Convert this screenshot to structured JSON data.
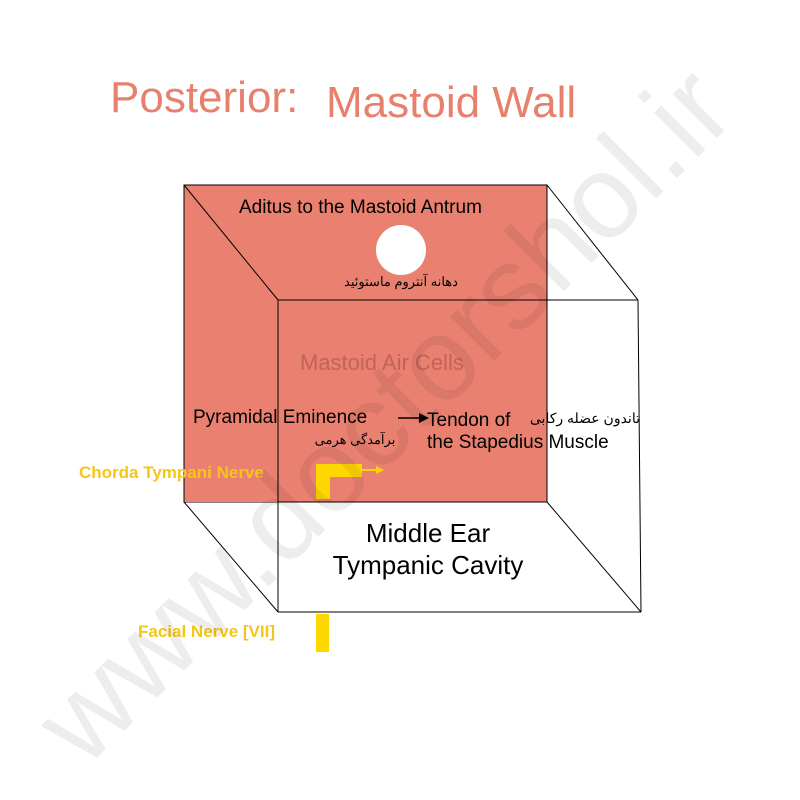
{
  "title": {
    "part1": "Posterior:",
    "part2": "Mastoid Wall"
  },
  "labels": {
    "aditus": "Aditus to the Mastoid Antrum",
    "aditus_fa": "دهانه آنتروم ماستوئید",
    "mastoid_air_cells": "Mastoid Air Cells",
    "pyramidal": "Pyramidal Eminence",
    "pyramidal_fa": "برآمدگی هرمی",
    "tendon_line1": "Tendon of",
    "tendon_line2": "the Stapedius Muscle",
    "tendon_fa": "تاندون عضله رکابی",
    "chorda": "Chorda Tympani Nerve",
    "middle_ear_line1": "Middle Ear",
    "middle_ear_line2": "Tympanic Cavity",
    "facial": "Facial Nerve [VII]"
  },
  "watermark": "www.doctorshol.ir",
  "colors": {
    "title": "#E8806E",
    "wall_fill": "#EA8070",
    "mastoid_text": "#C0645A",
    "nerve": "#FFD700",
    "nerve_label": "#F5C518",
    "edge": "#000000",
    "watermark": "#000000"
  }
}
